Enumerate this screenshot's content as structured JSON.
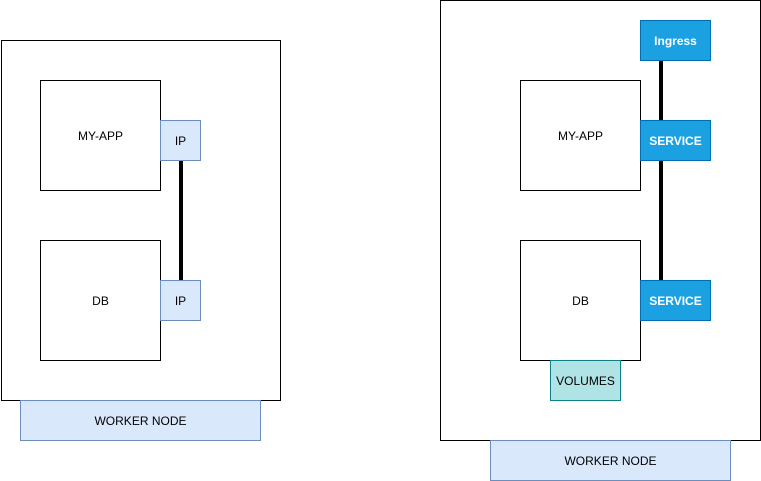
{
  "left": {
    "app_label": "MY-APP",
    "db_label": "DB",
    "app_ip_label": "IP",
    "db_ip_label": "IP",
    "worker_label": "WORKER NODE"
  },
  "right": {
    "app_label": "MY-APP",
    "db_label": "DB",
    "ingress_label": "Ingress",
    "app_service_label": "SERVICE",
    "db_service_label": "SERVICE",
    "volumes_label": "VOLUMES",
    "worker_label": "WORKER NODE"
  },
  "colors": {
    "ip_fill": "#dae8fc",
    "service_fill": "#1ba1e2",
    "volumes_fill": "#b0e3e6"
  }
}
